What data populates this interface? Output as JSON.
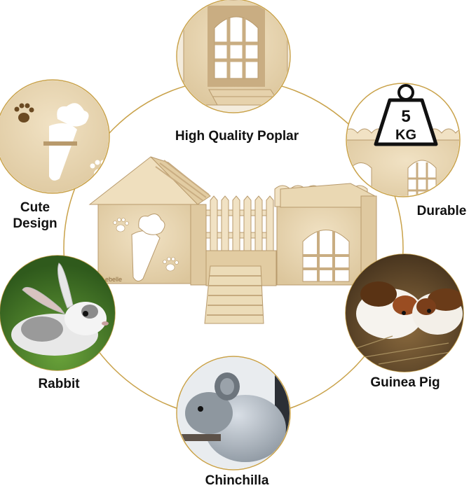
{
  "features": {
    "quality": "High Quality Poplar",
    "durable": "Durable",
    "weight_text": "5\nKG",
    "weight_number": "5",
    "weight_unit": "KG",
    "cute_line1": "Cute",
    "cute_line2": "Design"
  },
  "animals": {
    "rabbit": "Rabbit",
    "guinea_pig": "Guinea Pig",
    "chinchilla": "Chinchilla"
  },
  "brand_fragment": "ebelle",
  "colors": {
    "ring": "#c9a24a",
    "wood": "#e9d7b4",
    "wood_dark": "#c9ad82",
    "wood_line": "#b89a6c"
  }
}
